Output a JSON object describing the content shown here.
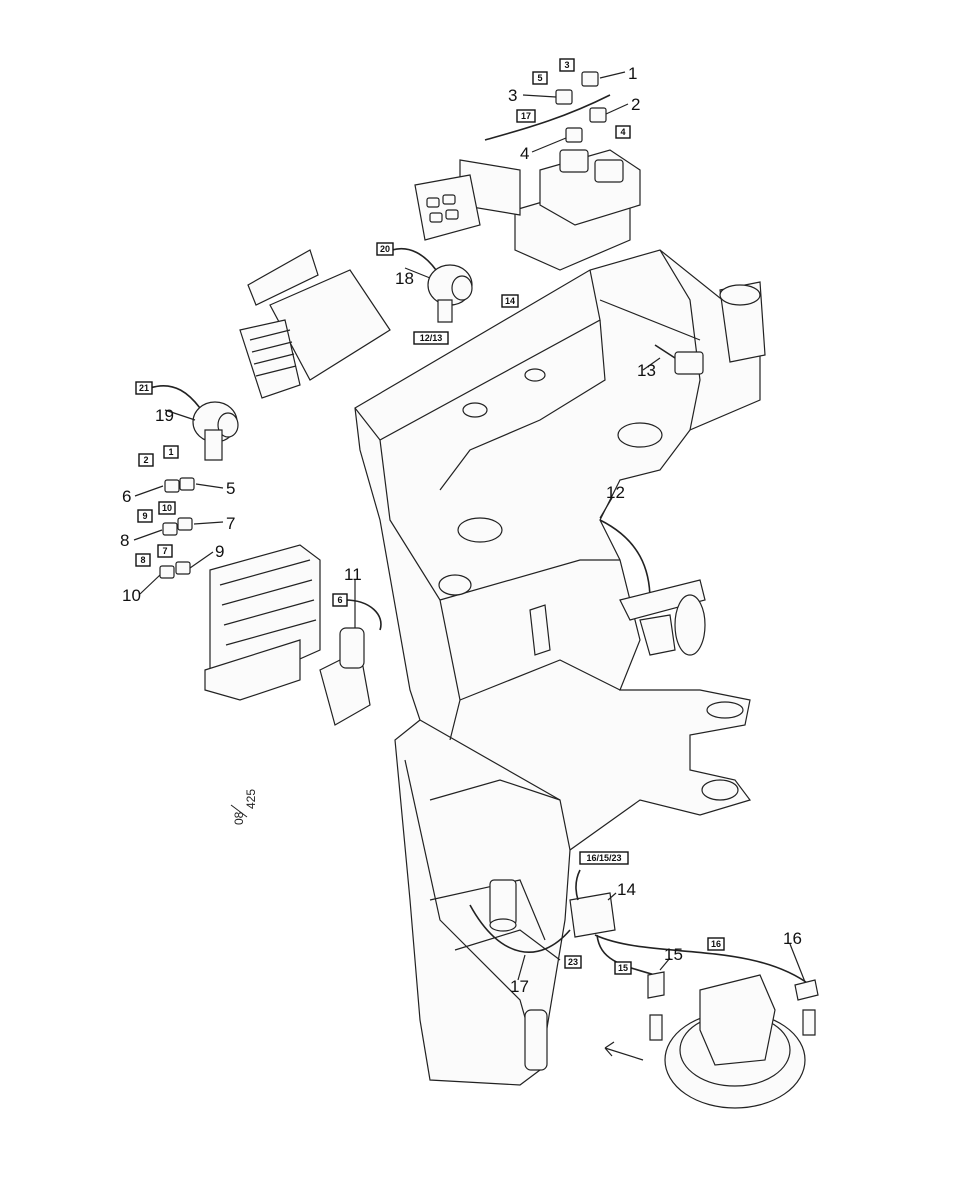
{
  "callouts": [
    {
      "id": "c1",
      "text": "1"
    },
    {
      "id": "c2",
      "text": "2"
    },
    {
      "id": "c3",
      "text": "3"
    },
    {
      "id": "c4",
      "text": "4"
    },
    {
      "id": "c5",
      "text": "5"
    },
    {
      "id": "c6",
      "text": "6"
    },
    {
      "id": "c7",
      "text": "7"
    },
    {
      "id": "c8",
      "text": "8"
    },
    {
      "id": "c9",
      "text": "9"
    },
    {
      "id": "c10",
      "text": "10"
    },
    {
      "id": "c11",
      "text": "11"
    },
    {
      "id": "c12",
      "text": "12"
    },
    {
      "id": "c13",
      "text": "13"
    },
    {
      "id": "c14",
      "text": "14"
    },
    {
      "id": "c15",
      "text": "15"
    },
    {
      "id": "c16",
      "text": "16"
    },
    {
      "id": "c17",
      "text": "17"
    },
    {
      "id": "c18",
      "text": "18"
    },
    {
      "id": "c19",
      "text": "19"
    }
  ],
  "boxed_labels": [
    {
      "id": "b1",
      "text": "3"
    },
    {
      "id": "b2",
      "text": "5"
    },
    {
      "id": "b3",
      "text": "17"
    },
    {
      "id": "b4",
      "text": "4"
    },
    {
      "id": "b5",
      "text": "20"
    },
    {
      "id": "b6",
      "text": "14"
    },
    {
      "id": "b7",
      "text": "12/13"
    },
    {
      "id": "b8",
      "text": "21"
    },
    {
      "id": "b9",
      "text": "2"
    },
    {
      "id": "b10",
      "text": "1"
    },
    {
      "id": "b11",
      "text": "9"
    },
    {
      "id": "b12",
      "text": "10"
    },
    {
      "id": "b13",
      "text": "8"
    },
    {
      "id": "b14",
      "text": "7"
    },
    {
      "id": "b15",
      "text": "6"
    },
    {
      "id": "b16",
      "text": "16/15/23"
    },
    {
      "id": "b17",
      "text": "23"
    },
    {
      "id": "b18",
      "text": "15"
    },
    {
      "id": "b19",
      "text": "16"
    }
  ],
  "reference_code": {
    "top": "08",
    "bottom": "425"
  }
}
